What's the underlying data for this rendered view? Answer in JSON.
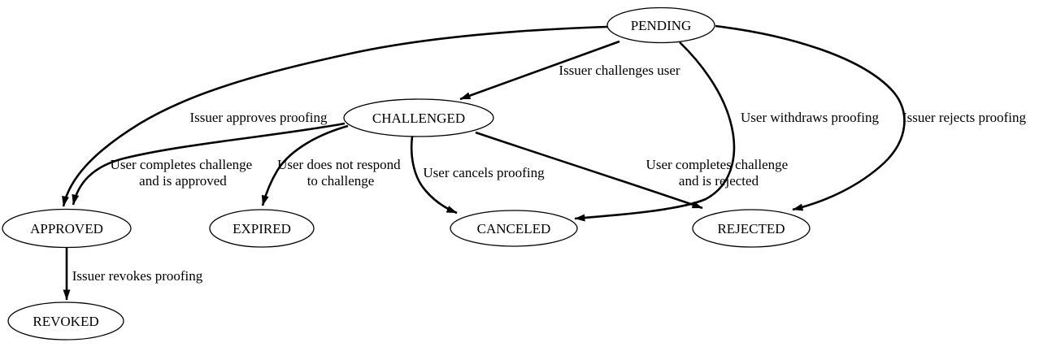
{
  "diagram": {
    "kind": "state-machine",
    "colors": {
      "background": "#ffffff",
      "stroke": "#000000",
      "text": "#000000"
    },
    "nodes": {
      "pending": {
        "label": "PENDING"
      },
      "challenged": {
        "label": "CHALLENGED"
      },
      "approved": {
        "label": "APPROVED"
      },
      "expired": {
        "label": "EXPIRED"
      },
      "canceled": {
        "label": "CANCELED"
      },
      "rejected": {
        "label": "REJECTED"
      },
      "revoked": {
        "label": "REVOKED"
      }
    },
    "edges": {
      "pending_challenged": {
        "from": "PENDING",
        "to": "CHALLENGED",
        "label_lines": [
          "Issuer challenges user"
        ]
      },
      "pending_approved": {
        "from": "PENDING",
        "to": "APPROVED",
        "label_lines": [
          "Issuer approves proofing"
        ]
      },
      "pending_canceled": {
        "from": "PENDING",
        "to": "CANCELED",
        "label_lines": [
          "User withdraws proofing"
        ]
      },
      "pending_rejected": {
        "from": "PENDING",
        "to": "REJECTED",
        "label_lines": [
          "Issuer rejects proofing"
        ]
      },
      "challenged_approved": {
        "from": "CHALLENGED",
        "to": "APPROVED",
        "label_lines": [
          "User completes challenge",
          "and is approved"
        ]
      },
      "challenged_expired": {
        "from": "CHALLENGED",
        "to": "EXPIRED",
        "label_lines": [
          "User does not respond",
          "to challenge"
        ]
      },
      "challenged_canceled": {
        "from": "CHALLENGED",
        "to": "CANCELED",
        "label_lines": [
          "User cancels proofing"
        ]
      },
      "challenged_rejected": {
        "from": "CHALLENGED",
        "to": "REJECTED",
        "label_lines": [
          "User completes challenge",
          "and is rejected"
        ]
      },
      "approved_revoked": {
        "from": "APPROVED",
        "to": "REVOKED",
        "label_lines": [
          "Issuer revokes proofing"
        ]
      }
    }
  }
}
